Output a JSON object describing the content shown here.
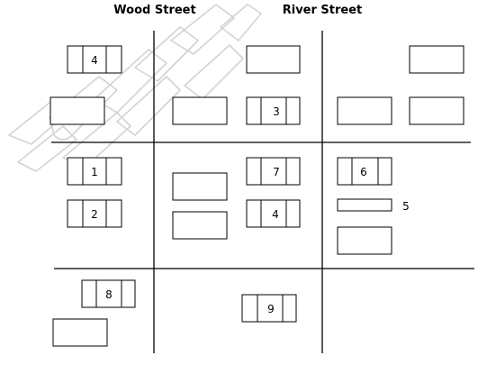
{
  "streets": {
    "left_label": "Wood Street",
    "right_label": "River Street"
  },
  "cars": [
    {
      "number": "4"
    },
    {
      "number": "3"
    },
    {
      "number": "1"
    },
    {
      "number": "7"
    },
    {
      "number": "6"
    },
    {
      "number": "2"
    },
    {
      "number": "4"
    },
    {
      "number": "5"
    },
    {
      "number": "8"
    },
    {
      "number": "9"
    }
  ],
  "colors": {
    "line": "#000000",
    "background": "#ffffff",
    "watermark": "#d3d3d3"
  }
}
